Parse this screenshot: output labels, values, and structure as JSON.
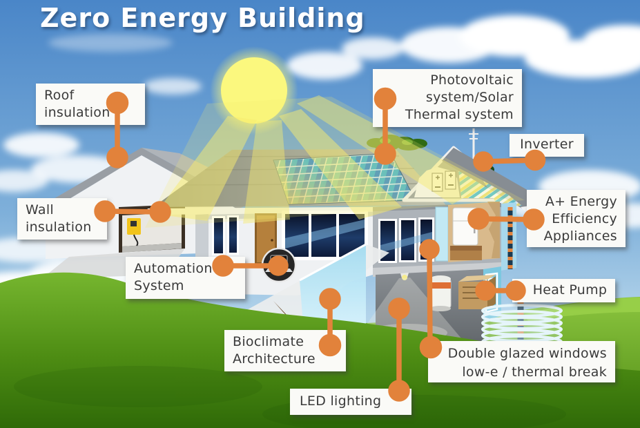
{
  "title": "Zero Energy Building",
  "labels": {
    "roof_insulation": {
      "line1": "Roof",
      "line2": "insulation"
    },
    "photovoltaic": {
      "line1": "Photovoltaic",
      "line2": "system/Solar",
      "line3": "Thermal system"
    },
    "inverter": {
      "line1": "Inverter"
    },
    "appliances": {
      "line1": "A+ Energy",
      "line2": "Efficiency",
      "line3": "Appliances"
    },
    "wall_insulation": {
      "line1": "Wall",
      "line2": "insulation"
    },
    "heat_pump": {
      "line1": "Heat Pump"
    },
    "automation": {
      "line1": "Automation",
      "line2": "System"
    },
    "bioclimate": {
      "line1": "Bioclimate",
      "line2": "Architecture"
    },
    "double_glazed": {
      "line1": "Double glazed windows",
      "line2": "low-e / thermal break"
    },
    "led": {
      "line1": "LED lighting"
    }
  },
  "colors": {
    "connector_orange": "#E2823B",
    "label_background": "#FAFAF7",
    "label_text": "#3A3A3A",
    "title_text": "#FFFFFF",
    "sky_top": "#4A86C8",
    "sun_yellow": "#FBF87E",
    "grass_green": "#5FA31E",
    "roof_gray": "#8A9096",
    "solar_panel_blue": "#3E8CC8",
    "solar_panel_teal": "#49B6CE",
    "insulation_yellow": "#EFE27A"
  }
}
